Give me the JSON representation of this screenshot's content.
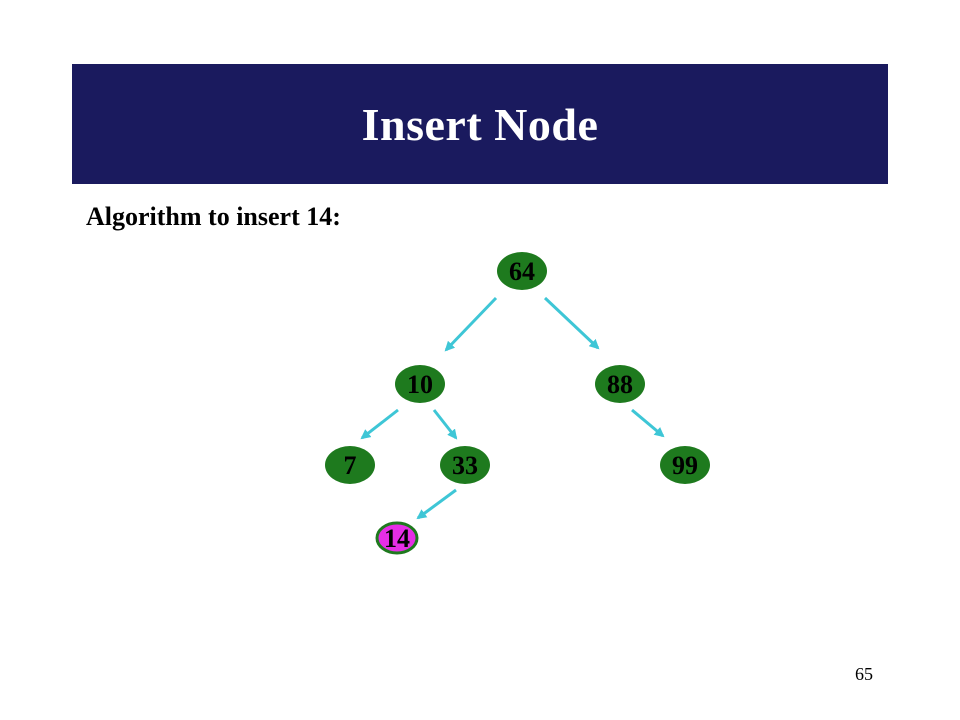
{
  "slide": {
    "title": "Insert Node",
    "subtitle": "Algorithm to insert 14:",
    "page_number": "65"
  },
  "colors": {
    "title_bg": "#1a1a5e",
    "title_text": "#ffffff",
    "node_fill": "#1e7a1e",
    "node_text": "#000000",
    "new_node_fill": "#e62ee6",
    "new_node_border": "#1e7a1e",
    "edge": "#3ec6d6"
  },
  "tree": {
    "nodes": [
      {
        "id": "n64",
        "label": "64",
        "highlight": false
      },
      {
        "id": "n10",
        "label": "10",
        "highlight": false
      },
      {
        "id": "n88",
        "label": "88",
        "highlight": false
      },
      {
        "id": "n7",
        "label": "7",
        "highlight": false
      },
      {
        "id": "n33",
        "label": "33",
        "highlight": false
      },
      {
        "id": "n99",
        "label": "99",
        "highlight": false
      },
      {
        "id": "n14",
        "label": "14",
        "highlight": true
      }
    ],
    "edges": [
      {
        "from": "n64",
        "to": "n10"
      },
      {
        "from": "n64",
        "to": "n88"
      },
      {
        "from": "n10",
        "to": "n7"
      },
      {
        "from": "n10",
        "to": "n33"
      },
      {
        "from": "n88",
        "to": "n99"
      },
      {
        "from": "n33",
        "to": "n14"
      }
    ]
  }
}
